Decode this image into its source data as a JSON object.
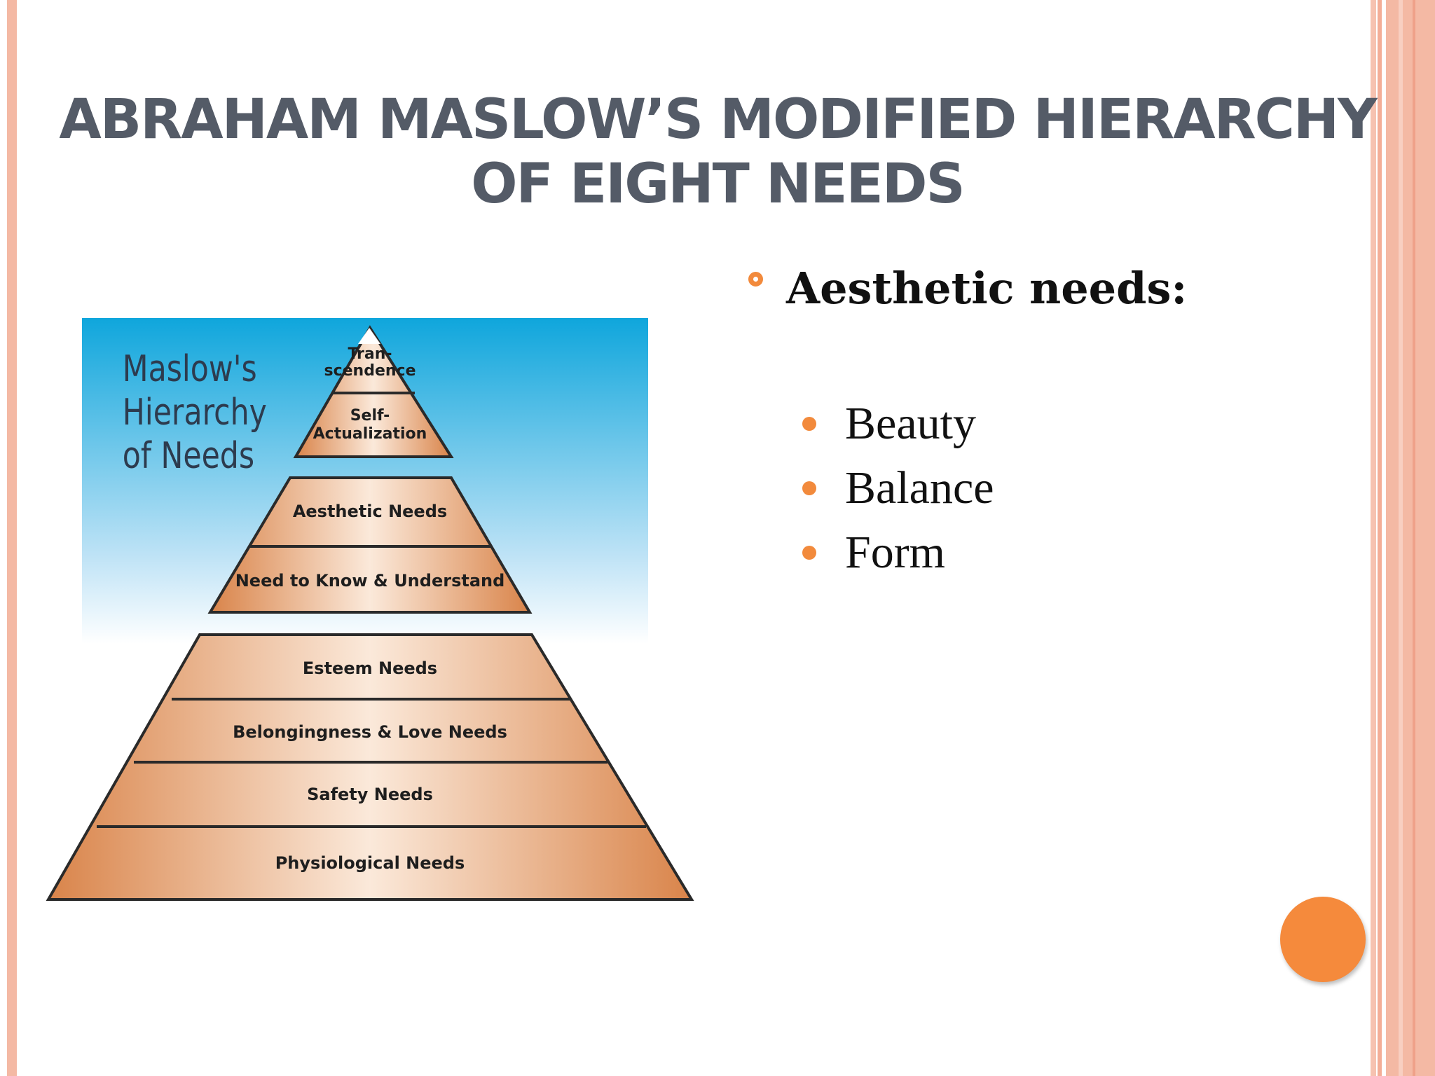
{
  "slide": {
    "title": "ABRAHAM MASLOW’S MODIFIED HIERARCHY\nOF  EIGHT NEEDS",
    "heading": "Aesthetic needs:",
    "bullets": [
      "Beauty",
      "Balance",
      "Form"
    ]
  },
  "figure": {
    "caption_lines": [
      "Maslow's",
      "Hierarchy",
      "of Needs"
    ],
    "levels": {
      "transcendence": [
        "Tran-",
        "scendence"
      ],
      "self_actualization": [
        "Self-",
        "Actualization"
      ],
      "aesthetic": "Aesthetic Needs",
      "know_understand": "Need to Know & Understand",
      "esteem": "Esteem Needs",
      "belongingness": "Belongingness & Love Needs",
      "safety": "Safety Needs",
      "physiological": "Physiological Needs"
    }
  },
  "colors": {
    "accent": "#f28a3c",
    "title": "#545b67",
    "stripe": "#f4b9a4",
    "pyramid_edge": "#d9844a",
    "pyramid_center": "#fbe9da",
    "sky_top": "#0fa6dc"
  }
}
